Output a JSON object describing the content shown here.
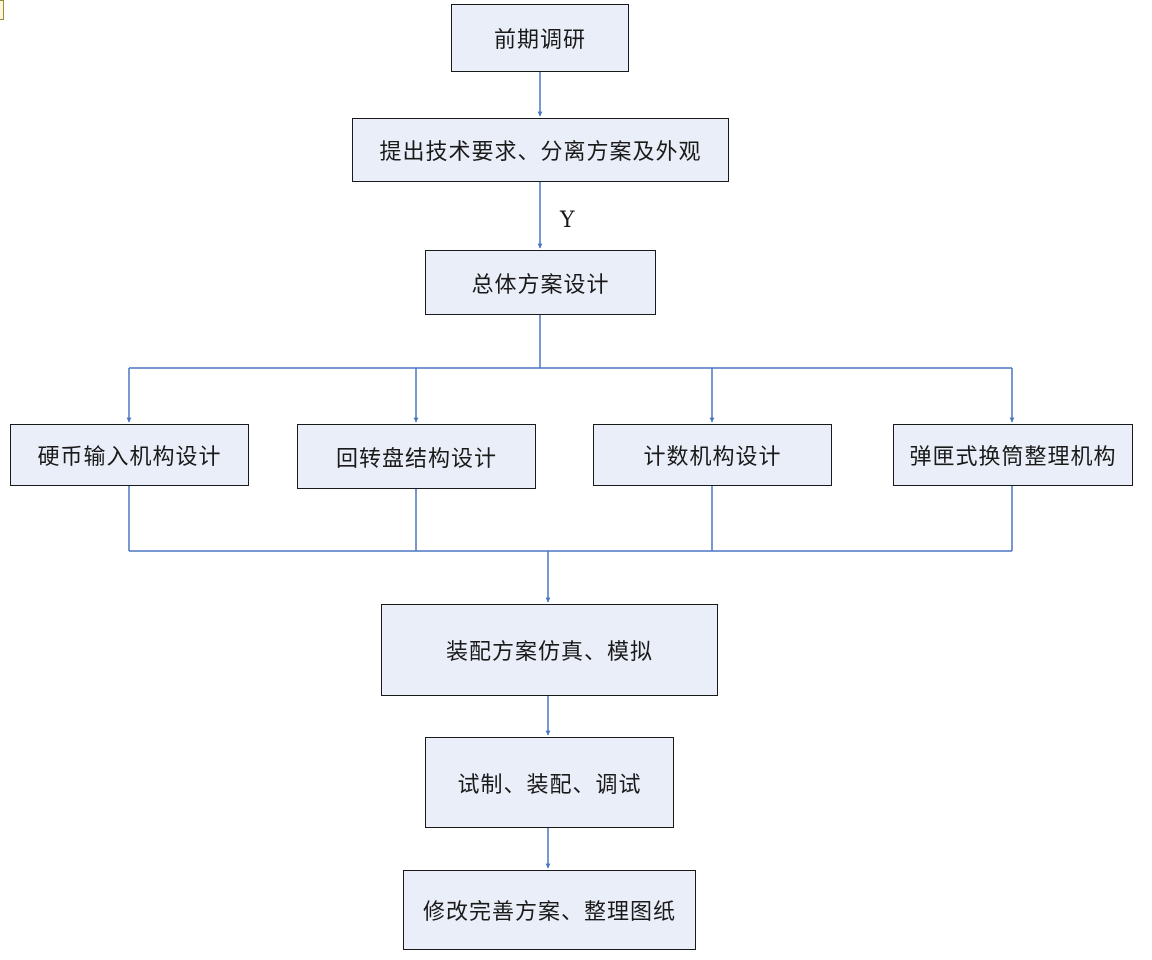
{
  "colors": {
    "box_fill": "#eaeef8",
    "box_border": "#1a1a1a",
    "connector": "#4a76c0"
  },
  "steps": {
    "research": "前期调研",
    "requirements": "提出技术要求、分离方案及外观",
    "overall_design": "总体方案设计",
    "coin_input": "硬币输入机构设计",
    "turntable": "回转盘结构设计",
    "counting": "计数机构设计",
    "ejector": "弹匣式换筒整理机构",
    "simulation": "装配方案仿真、模拟",
    "trial": "试制、装配、调试",
    "finalize": "修改完善方案、整理图纸"
  },
  "edge_labels": {
    "requirements_to_overall": "Y"
  }
}
